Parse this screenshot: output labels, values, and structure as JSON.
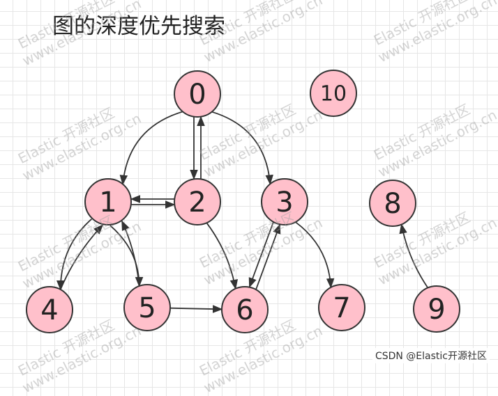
{
  "title": "图的深度优先搜索",
  "watermark": [
    "Elastic 开源社区",
    "www.elastic.org.cn"
  ],
  "credit": "CSDN @Elastic开源社区",
  "colors": {
    "node_fill": "#ffc0cb",
    "node_stroke": "#333333",
    "edge": "#333333"
  },
  "graph": {
    "nodes": [
      {
        "id": "0",
        "label": "0"
      },
      {
        "id": "1",
        "label": "1"
      },
      {
        "id": "2",
        "label": "2"
      },
      {
        "id": "3",
        "label": "3"
      },
      {
        "id": "4",
        "label": "4"
      },
      {
        "id": "5",
        "label": "5"
      },
      {
        "id": "6",
        "label": "6"
      },
      {
        "id": "7",
        "label": "7"
      },
      {
        "id": "8",
        "label": "8"
      },
      {
        "id": "9",
        "label": "9"
      },
      {
        "id": "10",
        "label": "10"
      }
    ],
    "edges": [
      {
        "from": "0",
        "to": "1"
      },
      {
        "from": "0",
        "to": "2"
      },
      {
        "from": "2",
        "to": "0"
      },
      {
        "from": "0",
        "to": "3"
      },
      {
        "from": "2",
        "to": "1"
      },
      {
        "from": "1",
        "to": "2"
      },
      {
        "from": "1",
        "to": "4"
      },
      {
        "from": "4",
        "to": "1"
      },
      {
        "from": "1",
        "to": "5"
      },
      {
        "from": "5",
        "to": "1"
      },
      {
        "from": "5",
        "to": "6"
      },
      {
        "from": "2",
        "to": "6"
      },
      {
        "from": "3",
        "to": "6"
      },
      {
        "from": "6",
        "to": "3"
      },
      {
        "from": "3",
        "to": "7"
      },
      {
        "from": "9",
        "to": "8"
      }
    ]
  }
}
